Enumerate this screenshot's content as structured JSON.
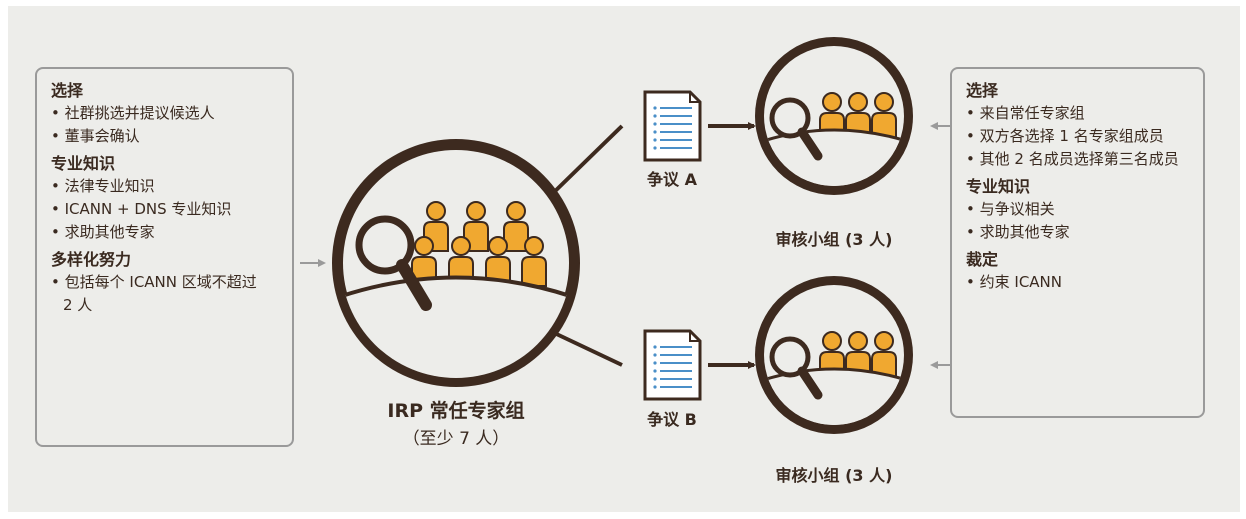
{
  "left_panel": {
    "sections": [
      {
        "heading": "选择",
        "items": [
          "社群挑选并提议候选人",
          "董事会确认"
        ]
      },
      {
        "heading": "专业知识",
        "items": [
          "法律专业知识",
          "ICANN + DNS 专业知识",
          "求助其他专家"
        ]
      },
      {
        "heading": "多样化努力",
        "items": [
          "包括每个 ICANN 区域不超过 2 人"
        ]
      }
    ]
  },
  "right_panel": {
    "sections": [
      {
        "heading": "选择",
        "items": [
          "来自常任专家组",
          "双方各选择 1 名专家组成员",
          "其他 2 名成员选择第三名成员"
        ]
      },
      {
        "heading": "专业知识",
        "items": [
          "与争议相关",
          "求助其他专家"
        ]
      },
      {
        "heading": "裁定",
        "items": [
          "约束 ICANN"
        ]
      }
    ]
  },
  "standing_panel": {
    "title": "IRP 常任专家组",
    "subtitle": "（至少 7 人）"
  },
  "dispute_a": "争议 A",
  "dispute_b": "争议 B",
  "review_panel_top": "审核小组 (3 人)",
  "review_panel_bottom": "审核小组 (3 人)",
  "colors": {
    "brown": "#3d2a1f",
    "orange": "#f0a830",
    "background": "#ededea",
    "panel_border": "#9a9a9a",
    "document_blue": "#4a8fc8"
  }
}
